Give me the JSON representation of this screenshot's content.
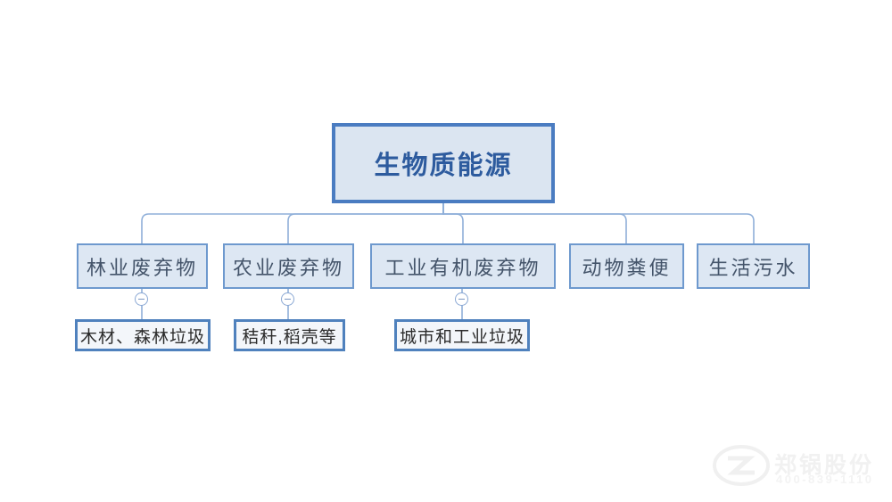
{
  "diagram": {
    "type": "org-chart",
    "root": {
      "label": "生物质能源"
    },
    "children": [
      {
        "label": "林业废弃物",
        "child": {
          "label": "木材、森林垃圾"
        }
      },
      {
        "label": "农业废弃物",
        "child": {
          "label": "秸秆,稻壳等"
        }
      },
      {
        "label": "工业有机废弃物",
        "child": {
          "label": "城市和工业垃圾"
        }
      },
      {
        "label": "动物粪便"
      },
      {
        "label": "生活污水"
      }
    ]
  },
  "watermark": {
    "company": "郑锅股份",
    "phone": "400-839-1110",
    "logo_icon": "zg-oval-logo"
  },
  "colors": {
    "root_border": "#4a7cc1",
    "root_fill": "#dbe5f1",
    "root_text": "#2d5b9e",
    "level2_border": "#6e99ce",
    "level2_fill": "#dde7f3",
    "level2_text": "#44546a",
    "level3_border": "#4f81bd",
    "level3_fill": "#f3f6fa",
    "connector_line": "#8fafd9",
    "background": "#ffffff",
    "watermark_text": "#f1f1f1"
  }
}
